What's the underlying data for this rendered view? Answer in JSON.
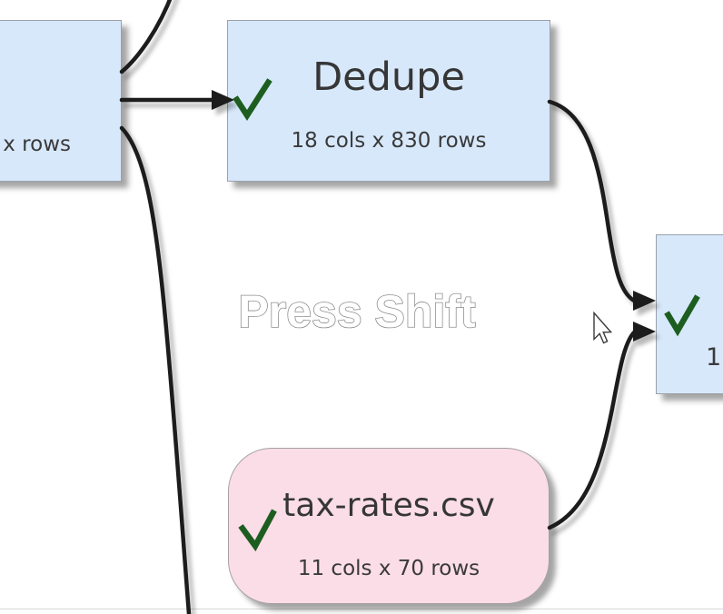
{
  "watermark": {
    "text": "Press Shift"
  },
  "nodes": {
    "left_partial": {
      "subtitle_fragment": "x rows",
      "fill": "#d7e8fb"
    },
    "dedupe": {
      "title": "Dedupe",
      "subtitle": "18 cols x 830 rows",
      "status_icon": "check-icon",
      "fill": "#d7e8fb"
    },
    "tax_rates": {
      "title": "tax-rates.csv",
      "subtitle": "11 cols x 70 rows",
      "status_icon": "check-icon",
      "fill": "#fbdde7"
    },
    "right_partial": {
      "subtitle_fragment": "1",
      "status_icon": "check-icon",
      "fill": "#d7e8fb"
    }
  },
  "colors": {
    "canvas_background": "#ffffff",
    "check_green": "#1d5e20",
    "connector_black": "#1b1b1b",
    "node_border_gray": "#9ba1aa",
    "text_dark": "#3a3a3a",
    "watermark_outline": "#8f8f8f",
    "bottom_divider": "#d8d8d8"
  },
  "cursor": {
    "icon": "arrow-pointer-icon"
  }
}
